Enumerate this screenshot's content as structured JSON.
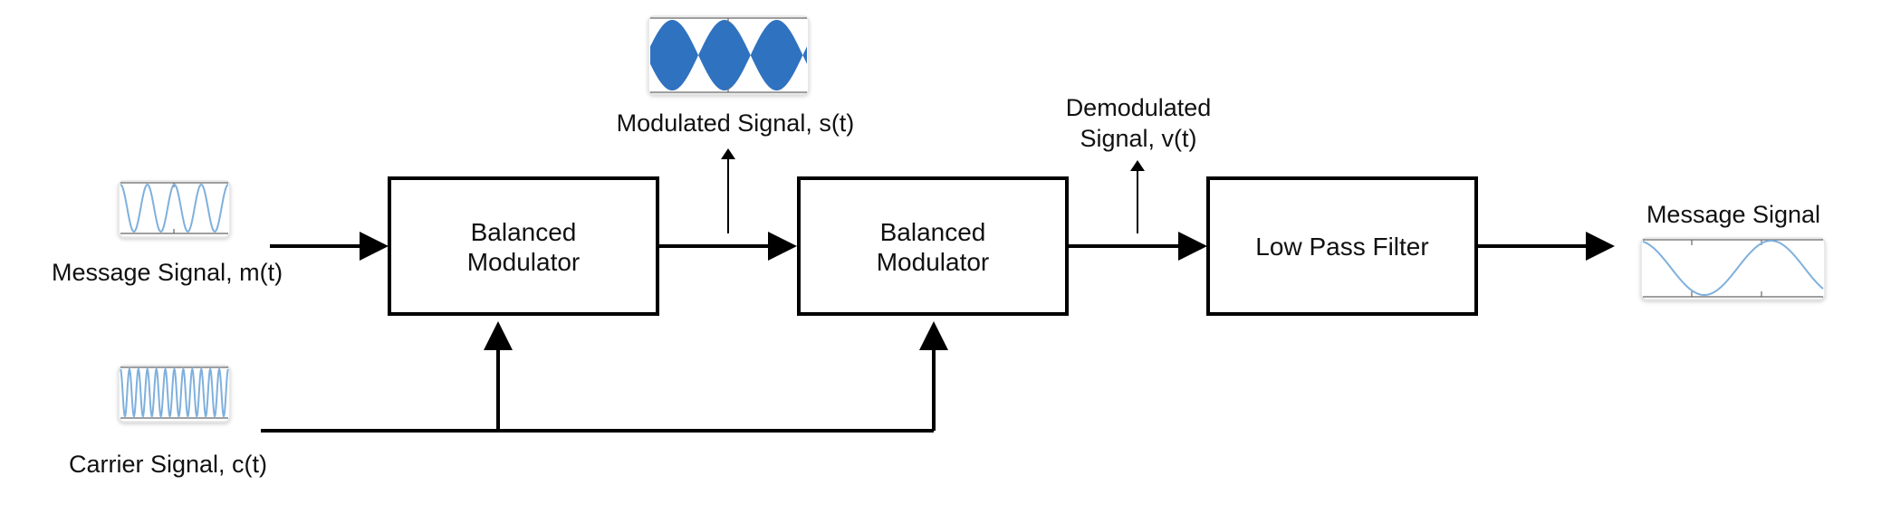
{
  "blocks": {
    "modulator1": {
      "line1": "Balanced",
      "line2": "Modulator"
    },
    "modulator2": {
      "line1": "Balanced",
      "line2": "Modulator"
    },
    "lpf": {
      "label": "Low Pass Filter"
    }
  },
  "signals": {
    "message_in": "Message Signal, m(t)",
    "carrier": "Carrier Signal, c(t)",
    "modulated": "Modulated Signal, s(t)",
    "demodulated_line1": "Demodulated",
    "demodulated_line2": "Signal, v(t)",
    "message_out": "Message Signal"
  },
  "colors": {
    "wave": "#7fb0dc",
    "modulated_fill": "#2f72c0",
    "wire": "#000000"
  }
}
